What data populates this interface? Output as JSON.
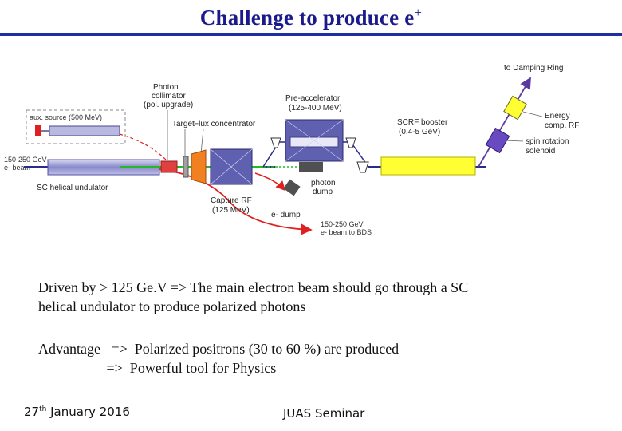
{
  "slide": {
    "title_main": "Challenge to produce e",
    "title_sup": "+",
    "footer_date_day": "27",
    "footer_date_sup": "th",
    "footer_date_rest": " January 2016",
    "footer_center": "JUAS Seminar"
  },
  "diagram": {
    "labels": {
      "to_damping_ring": "to Damping Ring",
      "photon_collimator_1": "Photon",
      "photon_collimator_2": "collimator",
      "photon_collimator_3": "(pol. upgrade)",
      "pre_accelerator_1": "Pre-accelerator",
      "pre_accelerator_2": "(125-400 MeV)",
      "aux_source": "aux. source (500 MeV)",
      "target": "Target",
      "flux_concentrator": "Flux concentrator",
      "scrf_booster_1": "SCRF booster",
      "scrf_booster_2": "(0.4-5 GeV)",
      "energy_comp_1": "Energy",
      "energy_comp_2": "comp. RF",
      "spin_rotation_1": "spin rotation",
      "spin_rotation_2": "solenoid",
      "beam_in_1": "150-250 GeV",
      "beam_in_2": "e- beam",
      "sc_undulator": "SC helical undulator",
      "capture_rf_1": "Capture RF",
      "capture_rf_2": "(125 MeV)",
      "photon_dump_1": "photon",
      "photon_dump_2": "dump",
      "e_dump": "e- dump",
      "beam_out_1": "150-250 GeV",
      "beam_out_2": "e- beam to BDS"
    },
    "colors": {
      "beam_line": "#2a2a8c",
      "electron_path": "#e02020",
      "photon_beam": "#22bb22",
      "undulator": "#8080c8",
      "booster": "#ffff33",
      "flux_concentrator": "#f08020"
    }
  },
  "text": {
    "para1_line1": "Driven by > 125 Ge.V   => The main electron beam should go through a SC",
    "para1_line2": "helical undulator to produce polarized photons",
    "para2_line1": "Advantage   =>  Polarized positrons (30 to 60 %) are produced",
    "para2_line2": "                   =>  Powerful tool for Physics"
  }
}
